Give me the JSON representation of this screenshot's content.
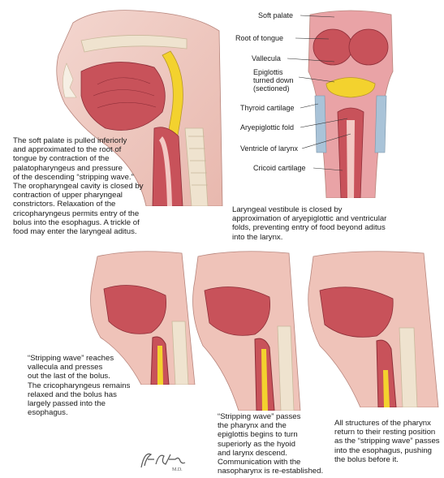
{
  "colors": {
    "muscle": "#c8525a",
    "muscle_dark": "#8e2e38",
    "mucosa": "#e9a3a6",
    "mucosa_light": "#f3c9c4",
    "bolus": "#f3d22e",
    "bone": "#efe3cf",
    "bone_shade": "#c9b89b",
    "cartilage": "#a9c3d8",
    "cavity": "#f7e5df",
    "outline": "#7d3f3a"
  },
  "panels": {
    "top_left": {
      "caption": "The soft palate is pulled inferiorly\nand approximated to the root of\ntongue by contraction of the\npalatopharyngeus and pressure\nof the descending “stripping wave.”\nThe oropharyngeal cavity is closed by\ncontraction of upper pharyngeal\nconstrictors. Relaxation of the\ncricopharyngeus permits entry of the\nbolus into the esophagus. A trickle of\nfood may enter the laryngeal aditus."
    },
    "top_right": {
      "labels": {
        "soft_palate": "Soft palate",
        "root_of_tongue": "Root of tongue",
        "vallecula": "Vallecula",
        "epiglottis": "Epiglottis\nturned down\n(sectioned)",
        "thyroid_cartilage": "Thyroid cartilage",
        "aryepiglottic_fold": "Aryepiglottic fold",
        "ventricle_of_larynx": "Ventricle of larynx",
        "cricoid_cartilage": "Cricoid cartilage"
      },
      "caption": "Laryngeal vestibule is closed by\napproximation of aryepiglottic and ventricular\nfolds, preventing entry of food beyond aditus\ninto the larynx."
    },
    "bottom_left": {
      "caption": "“Stripping wave” reaches\nvallecula and presses\nout the last of the bolus.\nThe cricopharyngeus remains\nrelaxed and the bolus has\nlargely passed into the\nesophagus."
    },
    "bottom_middle": {
      "caption": "“Stripping wave” passes\nthe pharynx and the\nepiglottis begins to turn\nsuperiorly as the hyoid\nand larynx descend.\nCommunication with the\nnasopharynx is re-established."
    },
    "bottom_right": {
      "caption": "All structures of the pharynx\nreturn to their resting position\nas the “stripping wave” passes\ninto the esophagus, pushing\nthe bolus before it."
    }
  },
  "signature": {
    "text": "F. Netter M.D."
  }
}
